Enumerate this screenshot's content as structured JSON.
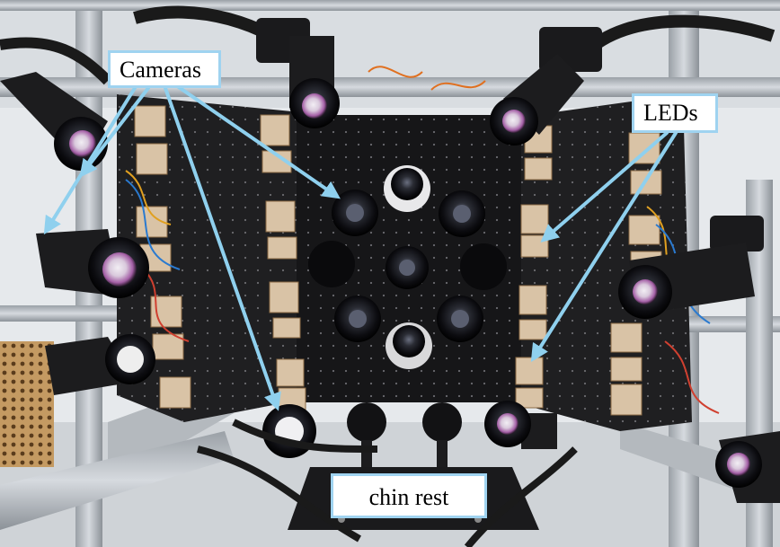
{
  "image": {
    "subject": "camera-and-led-capture-rig",
    "colors": {
      "callout_border": "#9fd3f0",
      "arrow": "#8fd0ee",
      "panel": "#1f1f21",
      "frame": "#c8ccd0",
      "background": "#e9ecef"
    }
  },
  "callouts": {
    "cameras": "Cameras",
    "leds": "LEDs",
    "chin_rest": "chin rest"
  }
}
